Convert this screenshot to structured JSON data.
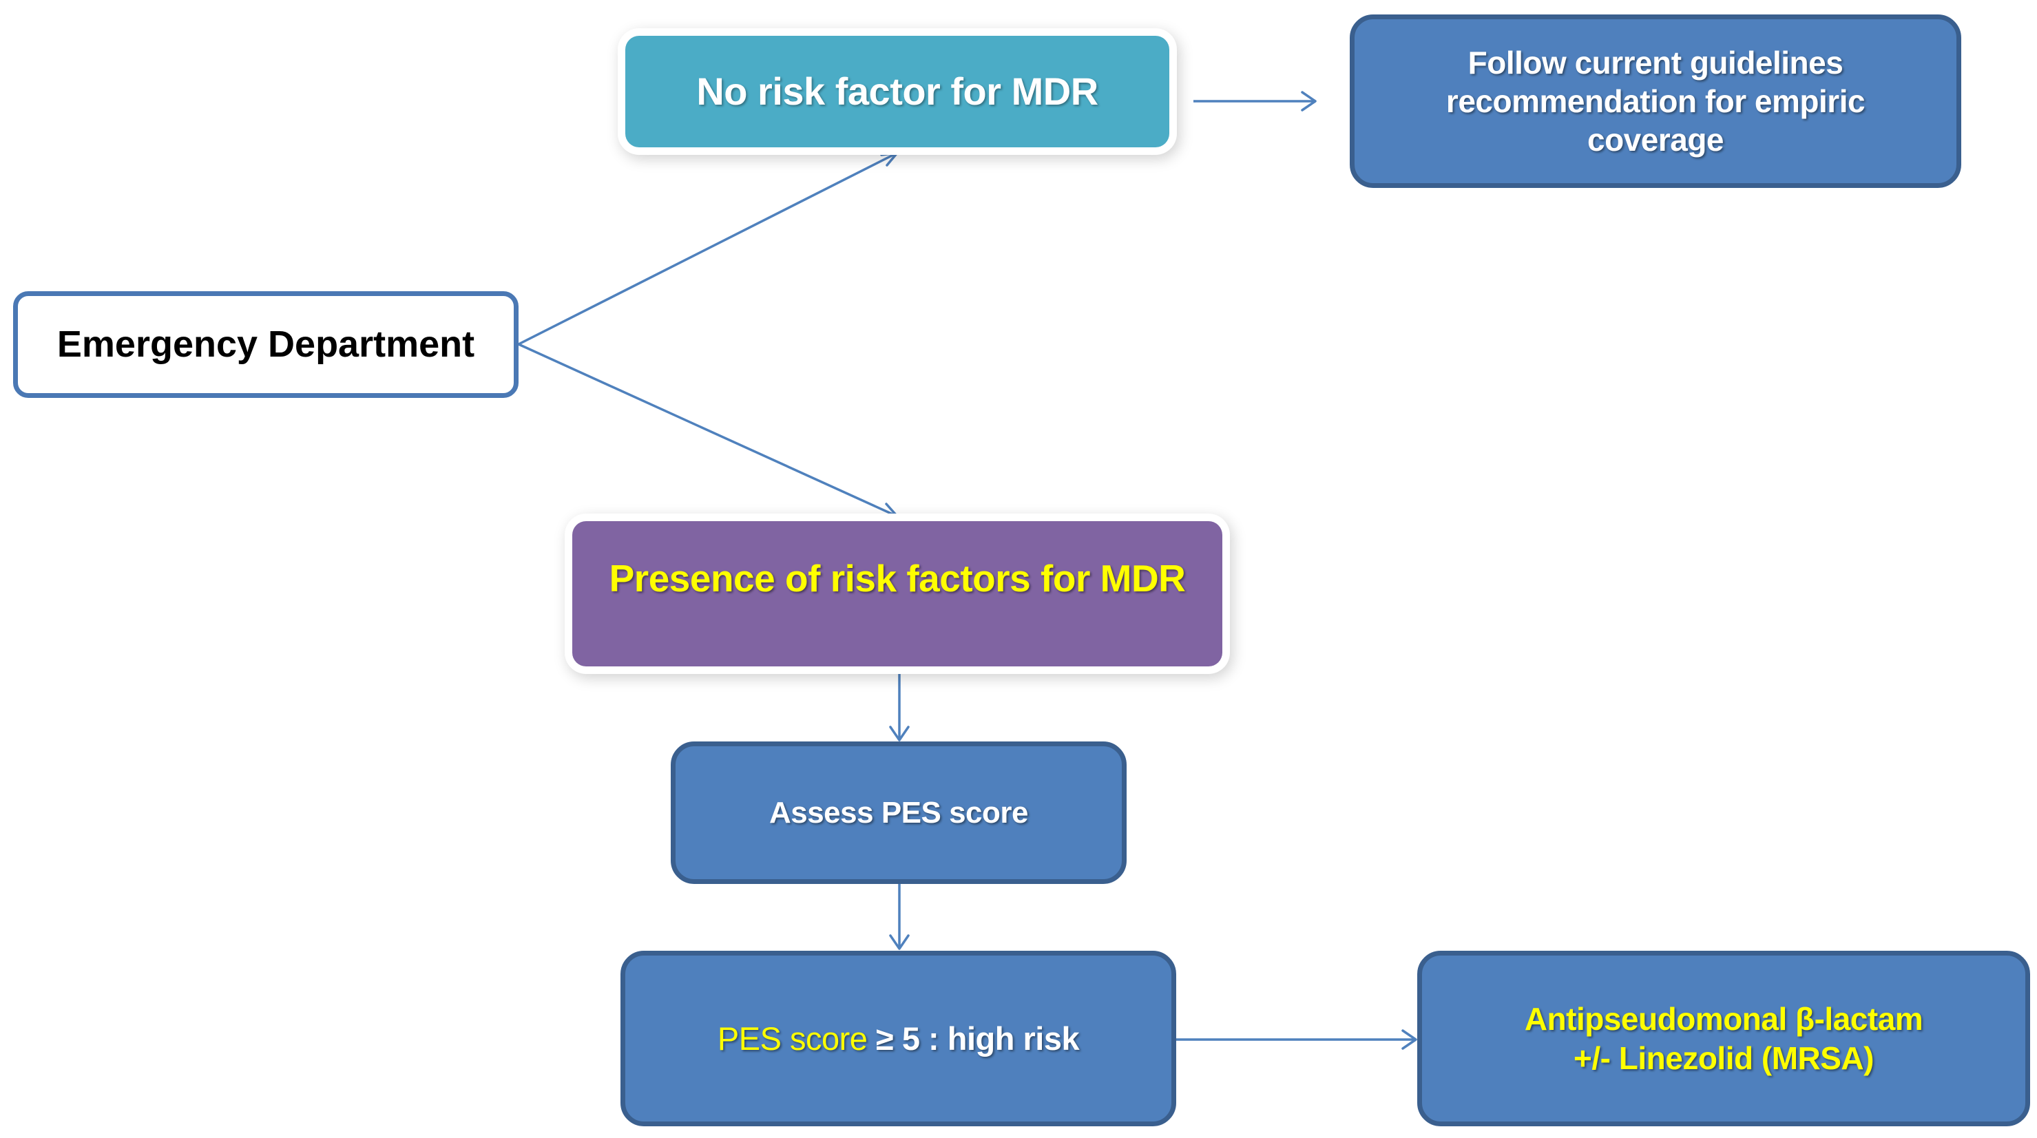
{
  "nodes": {
    "emergency_department": {
      "label": "Emergency Department"
    },
    "no_risk": {
      "label": "No risk factor for MDR"
    },
    "guidelines": {
      "lines": [
        "Follow current guidelines",
        "recommendation for empiric",
        "coverage"
      ]
    },
    "presence_risk": {
      "label": "Presence of risk factors for MDR"
    },
    "assess_pes": {
      "label": "Assess PES score"
    },
    "pes_high": {
      "highlight": "PES score",
      "rest": " ≥ 5 : high risk"
    },
    "treatment": {
      "lines": [
        "Antipseudomonal β-lactam",
        "+/- Linezolid (MRSA)"
      ]
    }
  },
  "edges": [
    {
      "from": "emergency_department",
      "to": "no_risk"
    },
    {
      "from": "emergency_department",
      "to": "presence_risk"
    },
    {
      "from": "no_risk",
      "to": "guidelines"
    },
    {
      "from": "presence_risk",
      "to": "assess_pes"
    },
    {
      "from": "assess_pes",
      "to": "pes_high"
    },
    {
      "from": "pes_high",
      "to": "treatment"
    }
  ],
  "colors": {
    "edge": "#4f81bd",
    "steel_box": "#4f80bd",
    "steel_border": "#3a5f8e",
    "teal_box": "#4bacc6",
    "purple_box": "#8064a2",
    "highlight_text": "#ffff00"
  }
}
